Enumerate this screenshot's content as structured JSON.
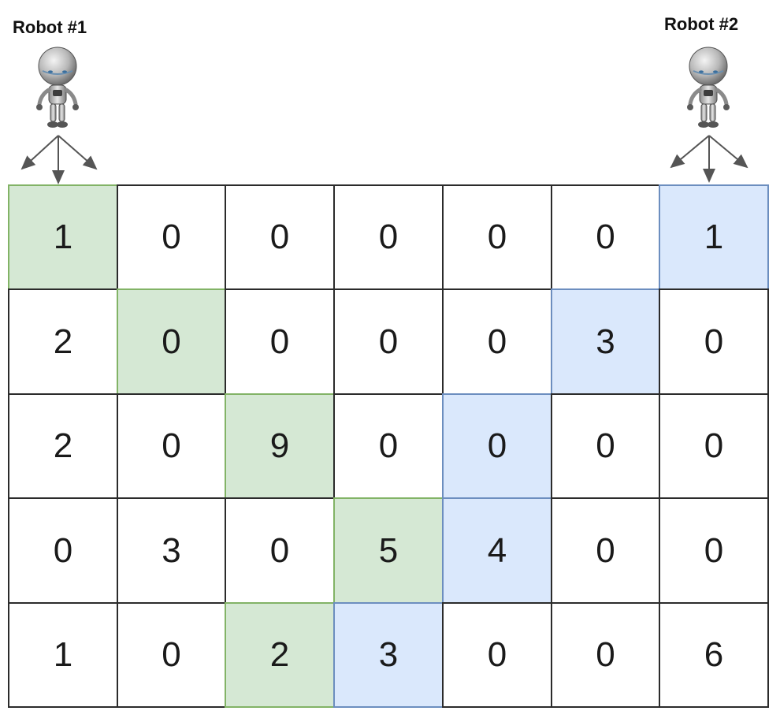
{
  "robots": [
    {
      "label": "Robot #1",
      "path_color": "#d5e8d4",
      "path_border": "#82b366"
    },
    {
      "label": "Robot #2",
      "path_color": "#dae8fc",
      "path_border": "#6c8ebf"
    }
  ],
  "grid": {
    "rows": [
      [
        "1",
        "0",
        "0",
        "0",
        "0",
        "0",
        "1"
      ],
      [
        "2",
        "0",
        "0",
        "0",
        "0",
        "3",
        "0"
      ],
      [
        "2",
        "0",
        "9",
        "0",
        "0",
        "0",
        "0"
      ],
      [
        "0",
        "3",
        "0",
        "5",
        "4",
        "0",
        "0"
      ],
      [
        "1",
        "0",
        "2",
        "3",
        "0",
        "0",
        "6"
      ]
    ],
    "robot1_path": [
      [
        0,
        0
      ],
      [
        1,
        1
      ],
      [
        2,
        2
      ],
      [
        3,
        3
      ],
      [
        4,
        2
      ]
    ],
    "robot2_path": [
      [
        0,
        6
      ],
      [
        1,
        5
      ],
      [
        2,
        4
      ],
      [
        3,
        4
      ],
      [
        4,
        3
      ]
    ]
  }
}
